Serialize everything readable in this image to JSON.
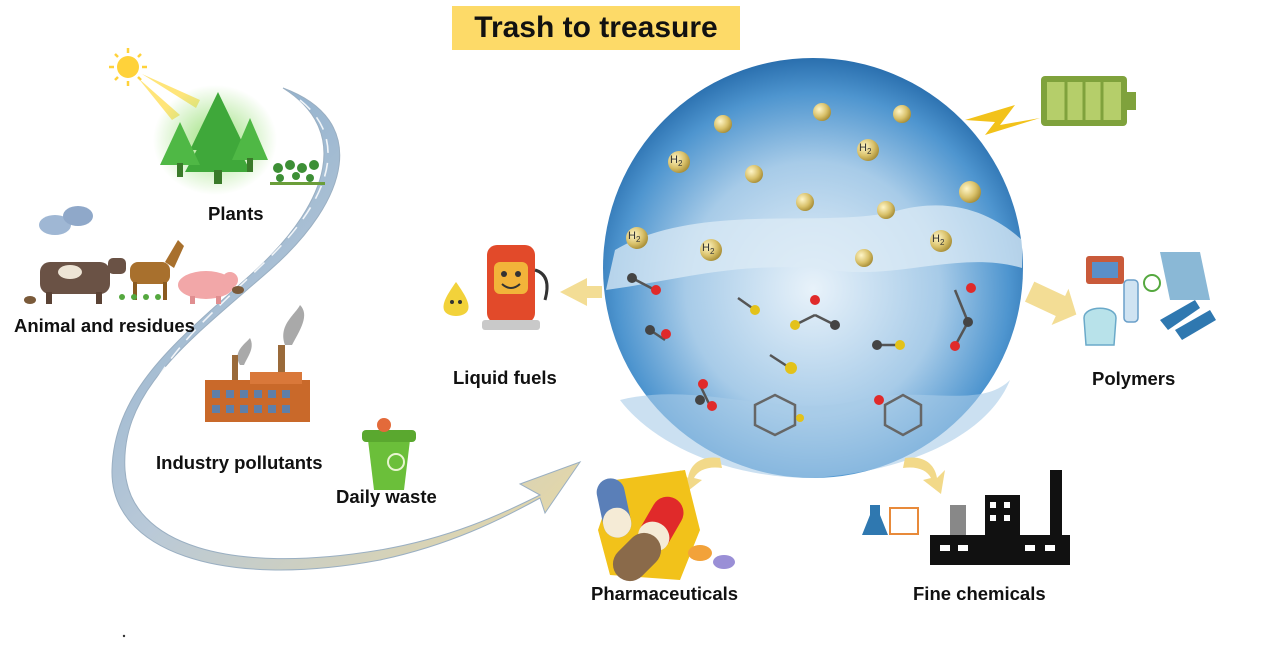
{
  "title": "Trash to treasure",
  "sources": {
    "plants": "Plants",
    "animals": "Animal and residues",
    "industry": "Industry pollutants",
    "waste": "Daily waste"
  },
  "products": {
    "liquid_fuels": "Liquid fuels",
    "polymers": "Polymers",
    "pharmaceuticals": "Pharmaceuticals",
    "fine_chemicals": "Fine chemicals"
  },
  "molecules": {
    "h2": "H",
    "h2_sub": "2"
  },
  "colors": {
    "title_bg": "#FDDA68",
    "arrow_gold": "#F2D989",
    "water_blue": "#4E95CF",
    "battery_green": "#7FA23C"
  }
}
